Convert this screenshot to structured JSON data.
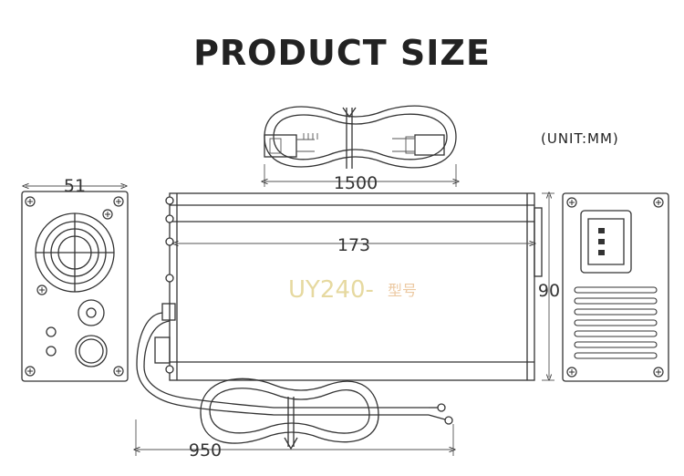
{
  "title": "PRODUCT SIZE",
  "unit": "(UNIT:MM)",
  "dimensions": {
    "fan_width": "51",
    "body_length": "173",
    "height": "90",
    "ac_cord": "1500",
    "dc_cable": "950"
  },
  "model": {
    "code": "UY240-",
    "suffix": "型号"
  },
  "colors": {
    "line": "#333333",
    "model_text": "#e6d9a0",
    "model_suffix": "#ecc9a2"
  },
  "icons": [
    "fan-grille-icon",
    "iec-power-inlet-icon",
    "screw-icon",
    "cable-tie-icon",
    "ring-terminal-icon"
  ]
}
